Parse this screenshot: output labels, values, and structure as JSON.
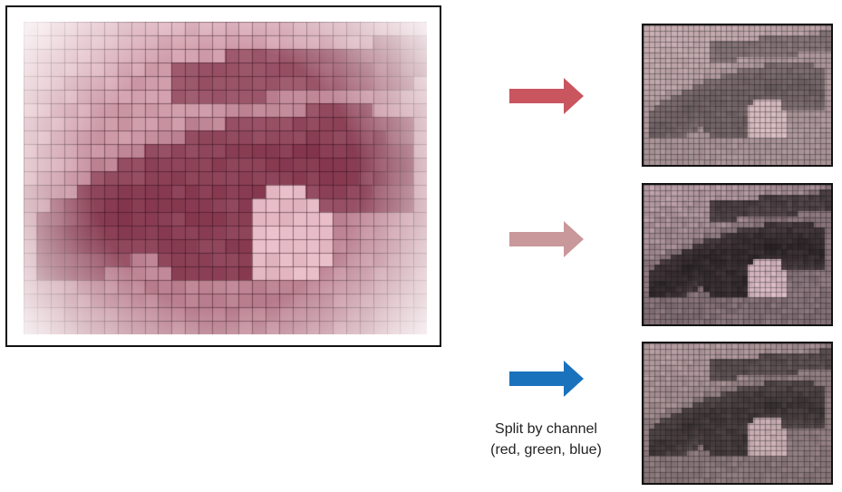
{
  "caption": {
    "line1": "Split by channel",
    "line2": "(red, green, blue)"
  },
  "colors": {
    "red_arrow": "#c9555f",
    "green_arrow": "#c9989b",
    "blue_arrow": "#1a72bd",
    "frame_border": "#111111",
    "source_tint": "#c24a5e"
  },
  "channels": [
    "red",
    "green",
    "blue"
  ]
}
